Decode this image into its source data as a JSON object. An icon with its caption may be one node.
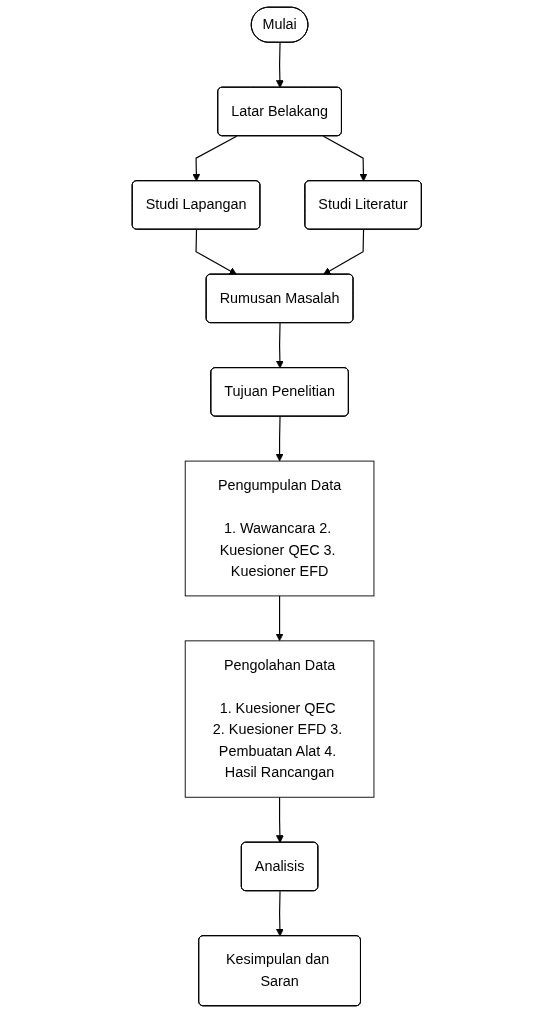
{
  "diagram": {
    "nodes": [
      {
        "text": [
          "Mulai"
        ]
      },
      {
        "text": [
          "Latar Belakang"
        ]
      },
      {
        "text": [
          "Studi Lapangan"
        ]
      },
      {
        "text": [
          "Studi Literatur"
        ]
      },
      {
        "text": [
          "Rumusan Masalah"
        ]
      },
      {
        "text": [
          "Tujuan Penelitian"
        ]
      },
      {
        "text": [
          "Pengumpulan Data",
          "1. Wawancara 2. Kuesioner QEC 3. Kuesioner EFD"
        ]
      },
      {
        "text": [
          "Pengolahan Data",
          "1. Kuesioner QEC 2. Kuesioner EFD 3. Pembuatan Alat 4. Hasil Rancangan"
        ]
      },
      {
        "text": [
          "Analisis"
        ]
      },
      {
        "text": [
          "Kesimpulan dan Saran"
        ]
      }
    ],
    "edges": [
      {
        "from": 0,
        "to": 1,
        "arrow": "to"
      },
      {
        "from": 1,
        "to": 2,
        "arrow": "to"
      },
      {
        "from": 1,
        "to": 3,
        "arrow": "to"
      },
      {
        "from": 2,
        "to": 4,
        "arrow": "to"
      },
      {
        "from": 3,
        "to": 4,
        "arrow": "to"
      },
      {
        "from": 4,
        "to": 5,
        "arrow": "to"
      },
      {
        "from": 5,
        "to": 6,
        "arrow": "to"
      },
      {
        "from": 6,
        "to": 7,
        "arrow": "to"
      },
      {
        "from": 7,
        "to": 8,
        "arrow": "to"
      },
      {
        "from": 8,
        "to": 9,
        "arrow": "to"
      }
    ]
  }
}
